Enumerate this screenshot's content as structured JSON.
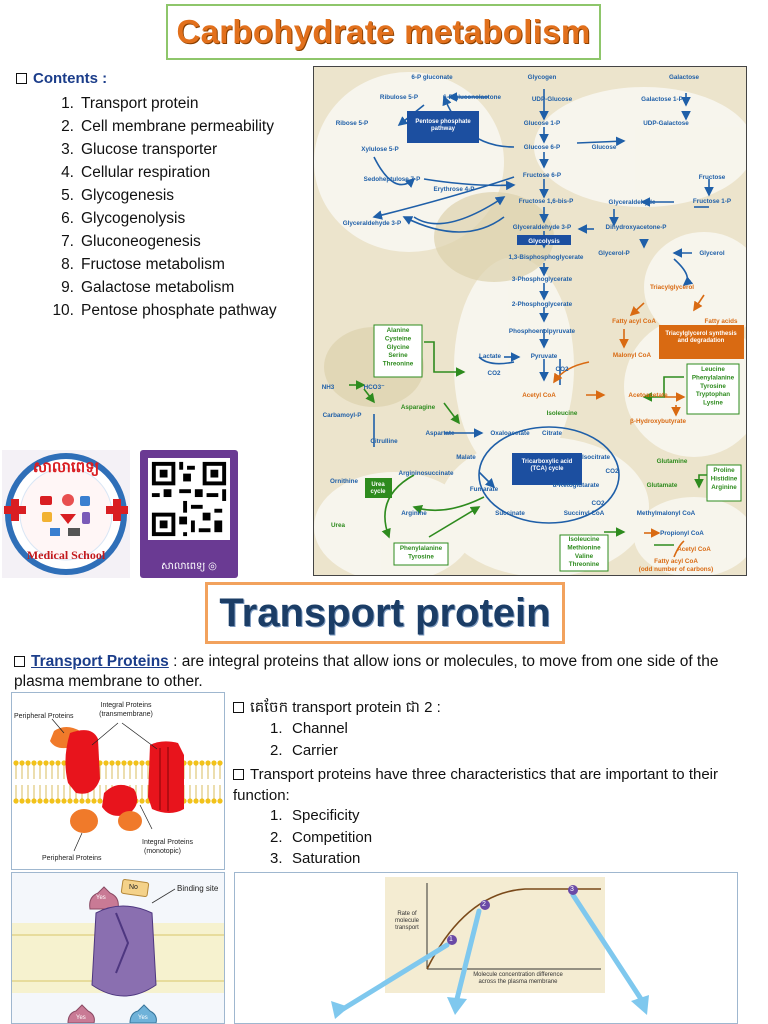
{
  "title": "Carbohydrate metabolism",
  "contents": {
    "heading": "Contents :",
    "items": [
      {
        "num": "1.",
        "label": "Transport protein"
      },
      {
        "num": "2.",
        "label": "Cell membrane permeability"
      },
      {
        "num": "3.",
        "label": "Glucose transporter"
      },
      {
        "num": "4.",
        "label": "Cellular respiration"
      },
      {
        "num": "5.",
        "label": "Glycogenesis"
      },
      {
        "num": "6.",
        "label": "Glycogenolysis"
      },
      {
        "num": "7.",
        "label": "Gluconeogenesis"
      },
      {
        "num": "8.",
        "label": "Fructose metabolism"
      },
      {
        "num": "9.",
        "label": "Galactose metabolism"
      },
      {
        "num": "10.",
        "label": "Pentose phosphate pathway"
      }
    ]
  },
  "logo": {
    "top_text": "សាលាពេទ្យ",
    "bottom_text": "Medical School"
  },
  "qr": {
    "label": "សាលាពេទ្យ ◎"
  },
  "metabolic_map": {
    "nodes": {
      "p6_gluconate": "6-P gluconate",
      "ribulose5p": "Ribulose 5-P",
      "p6_gluconolactone": "6-P gluconolactone",
      "ribose5p": "Ribose 5-P",
      "ppp_box": "Pentose phosphate pathway",
      "glycogen": "Glycogen",
      "galactose": "Galactose",
      "udp_glucose": "UDP-Glucose",
      "galactose1p": "Galactose 1-P",
      "glucose1p": "Glucose 1-P",
      "udp_galactose": "UDP-Galactose",
      "xylulose5p": "Xylulose 5-P",
      "glucose6p": "Glucose 6-P",
      "glucose": "Glucose",
      "sedoheptulose7p": "Sedoheptulose 7-P",
      "fructose6p": "Fructose 6-P",
      "erythrose4p": "Erythrose 4-P",
      "fructose": "Fructose",
      "fructose16bisp": "Fructose 1,6-bis-P",
      "glyceraldehyde": "Glyceraldehyde",
      "fructose1p": "Fructose 1-P",
      "glyceraldehyde3p_left": "Glyceraldehyde 3-P",
      "glyceraldehyde3p": "Glyceraldehyde 3-P",
      "dhap": "Dihydroxyacetone-P",
      "glycolysis_box": "Glycolysis",
      "bpg13": "1,3-Bisphosphoglycerate",
      "glycerol_p": "Glycerol-P",
      "glycerol": "Glycerol",
      "pg3": "3-Phosphoglycerate",
      "triacylglycerol": "Triacylglycerol",
      "pg2": "2-Phosphoglycerate",
      "fatty_acyl_coa": "Fatty acyl CoA",
      "fatty_acids": "Fatty acids",
      "tag_box": "Triacylglycerol synthesis and degradation",
      "pep": "Phosphoenolpyruvate",
      "aa_group1": [
        "Alanine",
        "Cysteine",
        "Glycine",
        "Serine",
        "Threonine"
      ],
      "lactate": "Lactate",
      "pyruvate": "Pyruvate",
      "malonyl_coa": "Malonyl CoA",
      "nh3": "NH3",
      "hco3": "HCO3⁻",
      "co2_a": "CO2",
      "co2_b": "CO2",
      "aa_group2": [
        "Leucine",
        "Phenylalanine",
        "Tyrosine",
        "Tryptophan",
        "Lysine"
      ],
      "carbamoyl_p": "Carbamoyl-P",
      "acetyl_coa": "Acetyl CoA",
      "acetoacetate": "Acetoacetate",
      "asparagine": "Asparagine",
      "isoleucine_a": "Isoleucine",
      "b_hydroxybutyrate": "β-Hydroxybutyrate",
      "citrulline": "Citrulline",
      "aspartate": "Aspartate",
      "oxaloacetate": "Oxaloacetate",
      "citrate": "Citrate",
      "malate": "Malate",
      "isocitrate": "Isocitrate",
      "glutamine": "Glutamine",
      "ornithine": "Ornithine",
      "argininosuccinate": "Argininosuccinate",
      "tca_box": "Tricarboxylic acid (TCA) cycle",
      "co2_c": "CO2",
      "aa_group3": [
        "Proline",
        "Histidine",
        "Arginine"
      ],
      "urea_box": "Urea cycle",
      "fumarate": "Fumarate",
      "a_ketoglutarate": "α-Ketoglutarate",
      "glutamate": "Glutamate",
      "co2_d": "CO2",
      "arginine": "Arginine",
      "succinate": "Succinate",
      "succinyl_coa": "Succinyl CoA",
      "methylmalonyl_coa": "Methylmalonyl CoA",
      "urea": "Urea",
      "aa_group4": [
        "Isoleucine",
        "Methionine",
        "Valine",
        "Threonine"
      ],
      "propionyl_coa": "Propionyl CoA",
      "aa_group5": [
        "Phenylalanine",
        "Tyrosine"
      ],
      "acetyl_coa_b": "Acetyl CoA",
      "fatty_acyl_coa_odd": "Fatty acyl CoA",
      "odd_note": "(odd number of carbons)"
    }
  },
  "transport_title": "Transport protein",
  "definition": {
    "term": "Transport Proteins",
    "text": " : are integral proteins that allow ions or molecules, to move from one side of the plasma membrane to other."
  },
  "types": {
    "heading": "គេចែក transport protein ជា 2 :",
    "items": [
      {
        "num": "1.",
        "label": "Channel"
      },
      {
        "num": "2.",
        "label": "Carrier"
      }
    ]
  },
  "characteristics": {
    "heading": "Transport proteins have three characteristics that are important to their function:",
    "items": [
      {
        "num": "1.",
        "label": "Specificity"
      },
      {
        "num": "2.",
        "label": "Competition"
      },
      {
        "num": "3.",
        "label": "Saturation"
      }
    ]
  },
  "membrane_figure": {
    "peripheral_top": "Peripheral Proteins",
    "integral_top": "Integral Proteins",
    "integral_top_sub": "(transmembrane)",
    "integral_bottom": "Integral Proteins",
    "integral_bottom_sub": "(monotopic)",
    "peripheral_bottom": "Peripheral Proteins"
  },
  "binding_figure": {
    "yes_label": "Yes",
    "no_label": "No",
    "binding_site_label": "Binding site",
    "yes_bottom_1": "Yes",
    "yes_bottom_2": "Yes"
  },
  "saturation_graph": {
    "ylabel": [
      "Rate of",
      "molecule",
      "transport"
    ],
    "xlabel": [
      "Molecule concentration difference",
      "across the plasma membrane"
    ],
    "markers": [
      "1",
      "2",
      "3"
    ]
  },
  "colors": {
    "title_orange": "#e2701c",
    "title_navy": "#1b3d66",
    "heading_blue": "#1b3d8a",
    "map_blue": "#1f5fa8",
    "map_orange": "#d96a12",
    "map_green": "#2e8b1e",
    "protein_red": "#e8141c",
    "carrier_purple": "#8a6fb0",
    "arrow_cyan": "#5fb8e6"
  }
}
